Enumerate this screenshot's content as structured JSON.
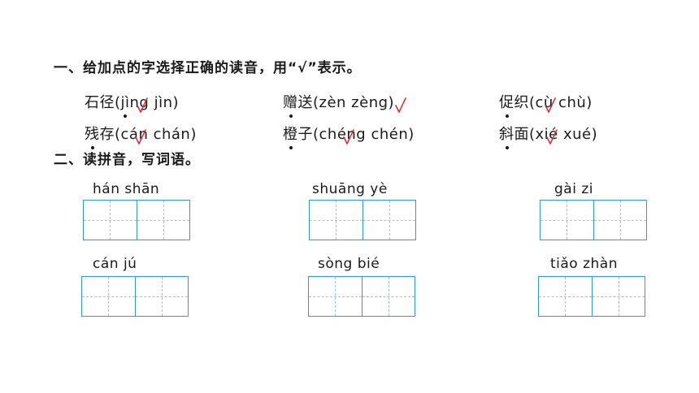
{
  "section1": {
    "title": "一、给加点的字选择正确的读音，用“√”表示。",
    "items": [
      {
        "word": "石径",
        "options": "(jìng  jìn)"
      },
      {
        "word": "赠送",
        "options": "(zèn  zèng)"
      },
      {
        "word": "促织",
        "options": "(cù  chù)"
      },
      {
        "word": "残存",
        "options": "(cán  chán)"
      },
      {
        "word": "橙子",
        "options": "(chéng  chén)"
      },
      {
        "word": "斜面",
        "options": "(xié  xué)"
      }
    ],
    "check_color": "#d9303a"
  },
  "section2": {
    "title": "二、读拼音，写词语。",
    "items": [
      {
        "pinyin": "hán  shān"
      },
      {
        "pinyin": "shuāng  yè"
      },
      {
        "pinyin": "gài    zi"
      },
      {
        "pinyin": "cán    jú"
      },
      {
        "pinyin": "sòng  bié"
      },
      {
        "pinyin": "tiǎo  zhàn"
      }
    ],
    "grid_color": "#2e9bd6"
  }
}
